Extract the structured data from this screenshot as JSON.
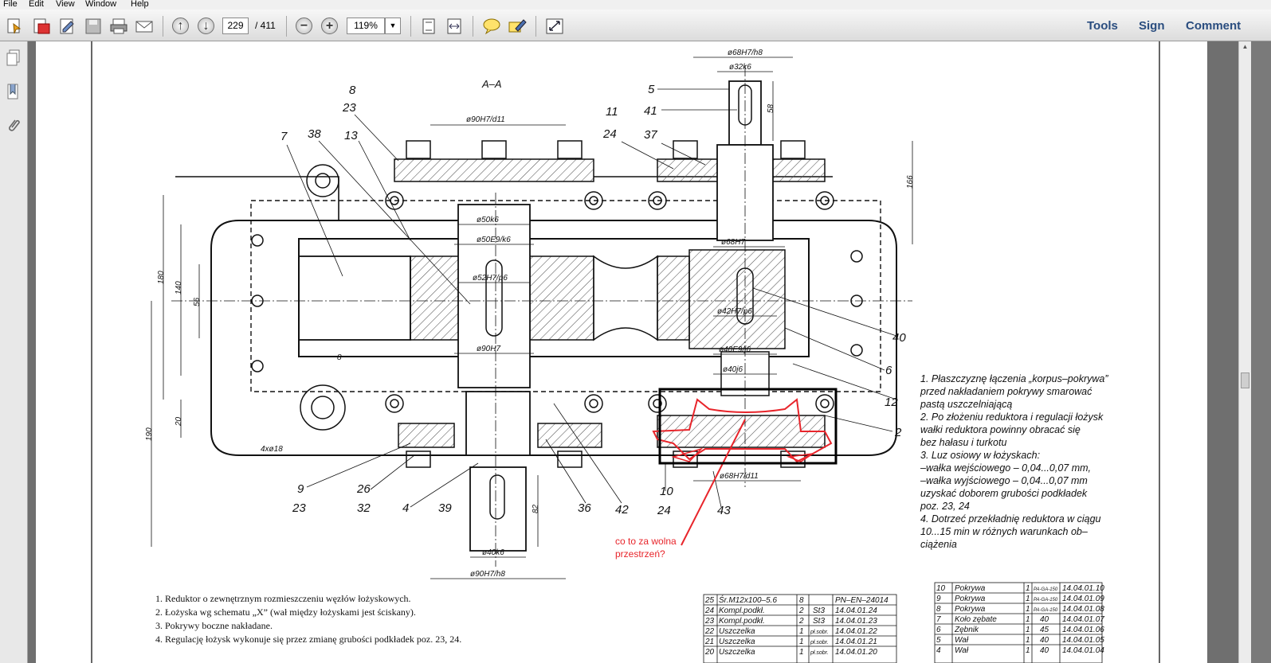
{
  "menu": [
    "File",
    "Edit",
    "View",
    "Window",
    "Help"
  ],
  "toolbar": {
    "page_current": "229",
    "page_total": "/ 411",
    "zoom": "119%",
    "tools": "Tools",
    "sign": "Sign",
    "comment": "Comment",
    "icons": [
      "create-pdf-icon",
      "combine-pdf-icon",
      "edit-icon",
      "save-icon",
      "print-icon",
      "email-icon",
      "prev-page-icon",
      "next-page-icon",
      "zoom-out-icon",
      "zoom-in-icon",
      "fit-page-icon",
      "fit-width-icon",
      "comment-bubble-icon",
      "highlight-icon",
      "fullscreen-icon"
    ]
  },
  "left_panel_icons": [
    "pages-icon",
    "bookmarks-icon",
    "attachments-icon"
  ],
  "drawing": {
    "section_title": "A–A",
    "dimensions": {
      "top_outer": "ø68H7/h8",
      "top_inner": "ø32k6",
      "d90h7d11": "ø90H7/d11",
      "d50k6": "ø50k6",
      "d50e9k6": "ø50E9/k6",
      "d52h7p6": "ø52H7/p6",
      "d90h7": "ø90H7",
      "d68h7": "ø68H7",
      "d42h7p6": "ø42H7/p6",
      "d40e9j6": "ø40E9/j6",
      "d40j6": "ø40j6",
      "d68h7d11": "ø68H7/d11",
      "d40k6": "ø40k6",
      "d90h7h8": "ø90H7/h8",
      "holes": "4xø18",
      "v58": "58",
      "v166": "166",
      "v180": "180",
      "v140": "140",
      "v56": "56",
      "v8": "8",
      "v20": "20",
      "v190": "190",
      "v82": "82"
    },
    "callouts": {
      "c8": "8",
      "c23a": "23",
      "c7": "7",
      "c38": "38",
      "c13": "13",
      "c5": "5",
      "c41": "41",
      "c11": "11",
      "c24a": "24",
      "c37": "37",
      "c40": "40",
      "c6": "6",
      "c12": "12",
      "c2": "2",
      "c9": "9",
      "c23b": "23",
      "c26": "26",
      "c32": "32",
      "c4": "4",
      "c39": "39",
      "c36": "36",
      "c42": "42",
      "c10": "10",
      "c24b": "24",
      "c43": "43"
    },
    "notes_right": [
      "1.  Płaszczyznę łączenia „korpus–pokrywa”",
      "     przed nakładaniem pokrywy smarować",
      "     pastą uszczelniającą",
      "2.  Po złożeniu reduktora i regulacji łożysk",
      "     wałki reduktora powinny obracać się",
      "     bez hałasu i turkotu",
      "3.  Luz osiowy w łożyskach:",
      "     –wałka wejściowego  –  0,04...0,07 mm,",
      "     –wałka wyjściowego  –  0,04...0,07 mm",
      "     uzyskać doborem grubości podkładek",
      "     poz. 23, 24",
      "4.  Dotrzeć przekładnię reduktora w ciągu",
      "     10...15 min w różnych warunkach ob–",
      "     ciążenia"
    ],
    "notes_bottom": [
      "1. Reduktor o zewnętrznym rozmieszczeniu węzłów łożyskowych.",
      "2. Łożyska wg schematu „X” (wał między łożyskami jest ściskany).",
      "3. Pokrywy boczne nakładane.",
      "4. Regulację łożysk wykonuje się przez zmianę grubości podkładek poz. 23, 24."
    ],
    "annotation": [
      "co to za wolna",
      "przestrzeń?"
    ],
    "bom_left": [
      [
        "25",
        "Śr.M12x100–5.6",
        "8",
        "",
        "PN–EN–24014"
      ],
      [
        "24",
        "Kompl.podkł.",
        "2",
        "St3",
        "14.04.01.24"
      ],
      [
        "23",
        "Kompl.podkł.",
        "2",
        "St3",
        "14.04.01.23"
      ],
      [
        "22",
        "Uszczelka",
        "1",
        "pł.sobr.",
        "14.04.01.22"
      ],
      [
        "21",
        "Uszczelka",
        "1",
        "pł.sobr.",
        "14.04.01.21"
      ],
      [
        "20",
        "Uszczelka",
        "1",
        "pł.sobr.",
        "14.04.01.20"
      ]
    ],
    "bom_right": [
      [
        "10",
        "Pokrywa",
        "1",
        "PA-GA-150",
        "14.04.01.10"
      ],
      [
        "9",
        "Pokrywa",
        "1",
        "PA-GA-150",
        "14.04.01.09"
      ],
      [
        "8",
        "Pokrywa",
        "1",
        "PA-GA-150",
        "14.04.01.08"
      ],
      [
        "7",
        "Koło zębate",
        "1",
        "40",
        "14.04.01.07"
      ],
      [
        "6",
        "Zębnik",
        "1",
        "45",
        "14.04.01.06"
      ],
      [
        "5",
        "Wał",
        "1",
        "40",
        "14.04.01.05"
      ],
      [
        "4",
        "Wał",
        "1",
        "40",
        "14.04.01.04"
      ]
    ],
    "colors": {
      "annotation": "#e8252b",
      "highlight_box": "#000000",
      "hatch": "#555555"
    }
  }
}
